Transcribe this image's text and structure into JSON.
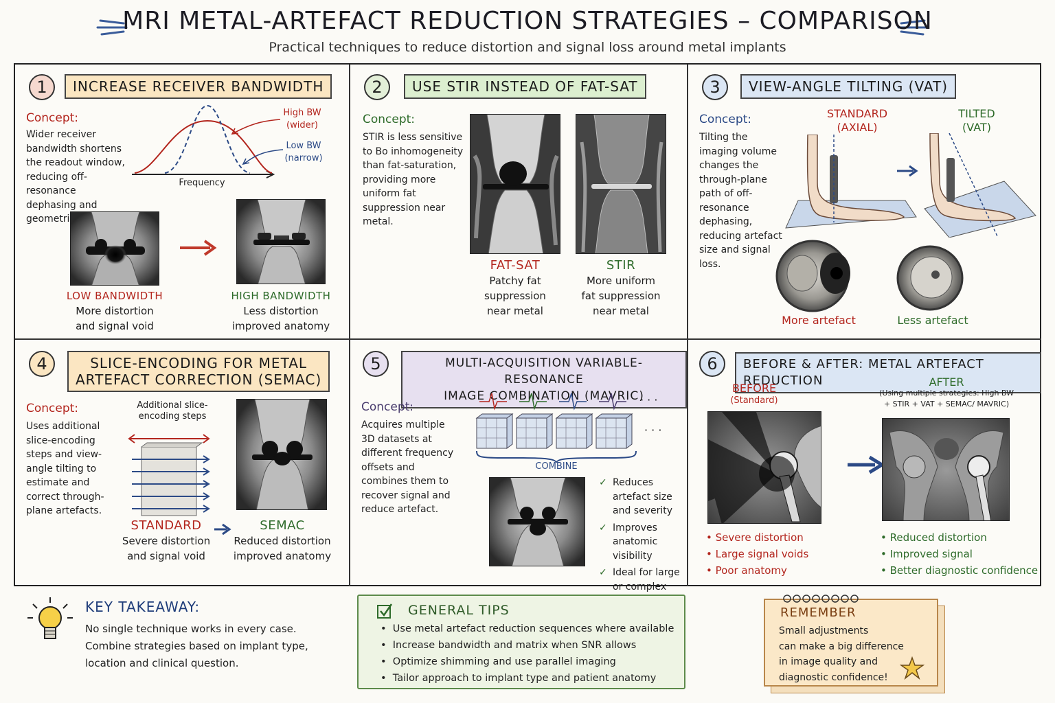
{
  "header": {
    "title": "MRI METAL-ARTEFACT REDUCTION STRATEGIES – COMPARISON",
    "subtitle": "Practical techniques to reduce distortion and signal loss around metal implants"
  },
  "panels": [
    {
      "num": "1",
      "title": "INCREASE RECEIVER BANDWIDTH",
      "concept_label": "Concept:",
      "concept": "Wider receiver bandwidth shortens the readout window, reducing off-resonance dephasing and geometric distortion.",
      "graph": {
        "high_bw": "High BW",
        "high_bw_sub": "(wider)",
        "low_bw": "Low BW",
        "low_bw_sub": "(narrow)",
        "x_axis": "Frequency"
      },
      "left": {
        "heading": "LOW BANDWIDTH",
        "line1": "More distortion",
        "line2": "and signal void"
      },
      "right": {
        "heading": "HIGH BANDWIDTH",
        "line1": "Less distortion",
        "line2": "improved anatomy"
      }
    },
    {
      "num": "2",
      "title": "USE STIR INSTEAD OF FAT-SAT",
      "concept_label": "Concept:",
      "concept": "STIR is less sensitive to Bo inhomogeneity than fat-saturation, providing more uniform fat suppression near metal.",
      "left": {
        "heading": "FAT-SAT",
        "line1": "Patchy fat",
        "line2": "suppression",
        "line3": "near metal"
      },
      "right": {
        "heading": "STIR",
        "line1": "More uniform",
        "line2": "fat suppression",
        "line3": "near metal"
      }
    },
    {
      "num": "3",
      "title": "VIEW-ANGLE TILTING (VAT)",
      "concept_label": "Concept:",
      "concept": "Tilting the imaging volume changes the through-plane path of off-resonance dephasing, reducing artefact size and signal loss.",
      "left": {
        "heading": "STANDARD",
        "sub": "(AXIAL)",
        "caption": "More artefact"
      },
      "right": {
        "heading": "TILTED",
        "sub": "(VAT)",
        "caption": "Less artefact"
      }
    },
    {
      "num": "4",
      "title_line1": "SLICE-ENCODING FOR METAL",
      "title_line2": "ARTEFACT CORRECTION (SEMAC)",
      "concept_label": "Concept:",
      "concept": "Uses additional slice-encoding steps and view-angle tilting to estimate and correct through-plane artefacts.",
      "diagram_label": "Additional slice-encoding steps",
      "left": {
        "heading": "STANDARD",
        "line1": "Severe distortion",
        "line2": "and signal void"
      },
      "right": {
        "heading": "SEMAC",
        "line1": "Reduced distortion",
        "line2": "improved anatomy"
      }
    },
    {
      "num": "5",
      "title_line1": "MULTI-ACQUISITION VARIABLE-RESONANCE",
      "title_line2": "IMAGE COMBINATION (MAVRIC)",
      "concept_label": "Concept:",
      "concept": "Acquires multiple 3D datasets at different frequency offsets and combines them to recover signal and reduce artefact.",
      "combine": "COMBINE",
      "ellipsis": "· · ·",
      "checks": [
        "Reduces artefact size and severity",
        "Improves anatomic visibility",
        "Ideal for large or complex implants"
      ]
    },
    {
      "num": "6",
      "title": "BEFORE & AFTER: METAL ARTEFACT REDUCTION",
      "before": {
        "heading": "BEFORE",
        "sub": "(Standard)"
      },
      "after": {
        "heading": "AFTER",
        "sub": "(Using multiple strategies: High BW + STIR + VAT + SEMAC/ MAVRIC)"
      },
      "before_list": [
        "Severe distortion",
        "Large signal voids",
        "Poor anatomy"
      ],
      "after_list": [
        "Reduced distortion",
        "Improved signal",
        "Better diagnostic confidence"
      ]
    }
  ],
  "footer": {
    "key_title": "KEY TAKEAWAY:",
    "key_lines": [
      "No single technique works in every case.",
      "Combine strategies based on implant type,",
      "location and clinical question."
    ],
    "tips_title": "GENERAL TIPS",
    "tips": [
      "Use metal artefact reduction sequences where available",
      "Increase bandwidth and matrix when SNR allows",
      "Optimize shimming and use parallel imaging",
      "Tailor approach to implant type and patient anatomy"
    ],
    "remember_title": "REMEMBER",
    "remember_lines": [
      "Small adjustments",
      "can make a big difference",
      "in image quality and",
      "diagnostic confidence!"
    ]
  },
  "colors": {
    "red": "#b3261e",
    "green": "#2e6b2a",
    "blue": "#2c4a86",
    "orange_box": "#fbe6c2",
    "green_box": "#dcefd0",
    "blue_box": "#dbe6f4",
    "purple_box": "#e7e0f0"
  }
}
